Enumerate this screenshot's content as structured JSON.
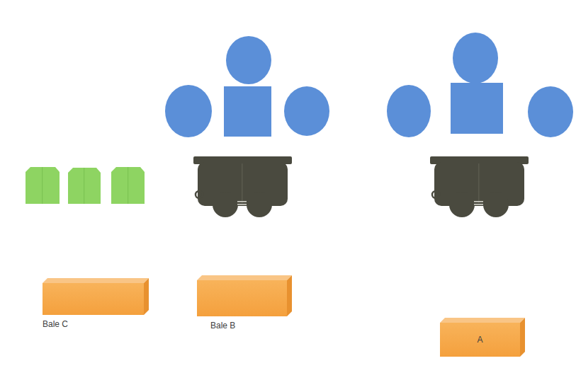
{
  "diagram": {
    "nodes": [
      {
        "text": [
          "Bale C"
        ]
      },
      {
        "text": [
          "Bale B"
        ]
      },
      {
        "text": [
          "A"
        ]
      }
    ]
  }
}
